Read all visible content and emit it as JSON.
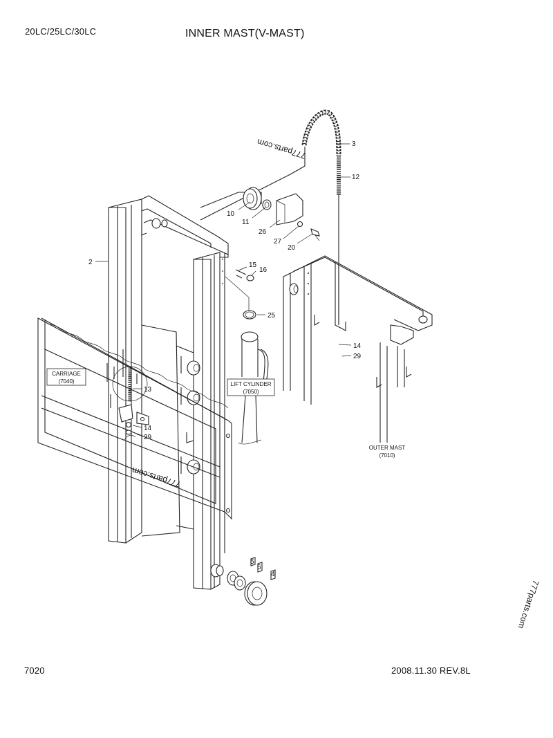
{
  "header": {
    "model": "20LC/25LC/30LC",
    "title": "INNER MAST(V-MAST)"
  },
  "footer": {
    "page_number": "7020",
    "date_revision": "2008.11.30  REV.8L"
  },
  "part_numbers": {
    "p2": "2",
    "p3": "3",
    "p12": "12",
    "p10": "10",
    "p11": "11",
    "p26": "26",
    "p27": "27",
    "p20": "20",
    "p15": "15",
    "p16": "16",
    "p25": "25",
    "p14a": "14",
    "p29a": "29",
    "p13": "13",
    "p14b": "14",
    "p29b": "29",
    "p5": "5",
    "p6": "6",
    "p4": "4"
  },
  "reference_boxes": {
    "carriage_name": "CARRIAGE",
    "carriage_code": "(7040)",
    "lift_cylinder_name": "LIFT CYLINDER",
    "lift_cylinder_code": "(7050)",
    "outer_mast_name": "OUTER MAST",
    "outer_mast_code": "(7010)"
  },
  "watermarks": {
    "top": "777parts.com",
    "middle": "777parts.com",
    "right": "777parts.com"
  }
}
